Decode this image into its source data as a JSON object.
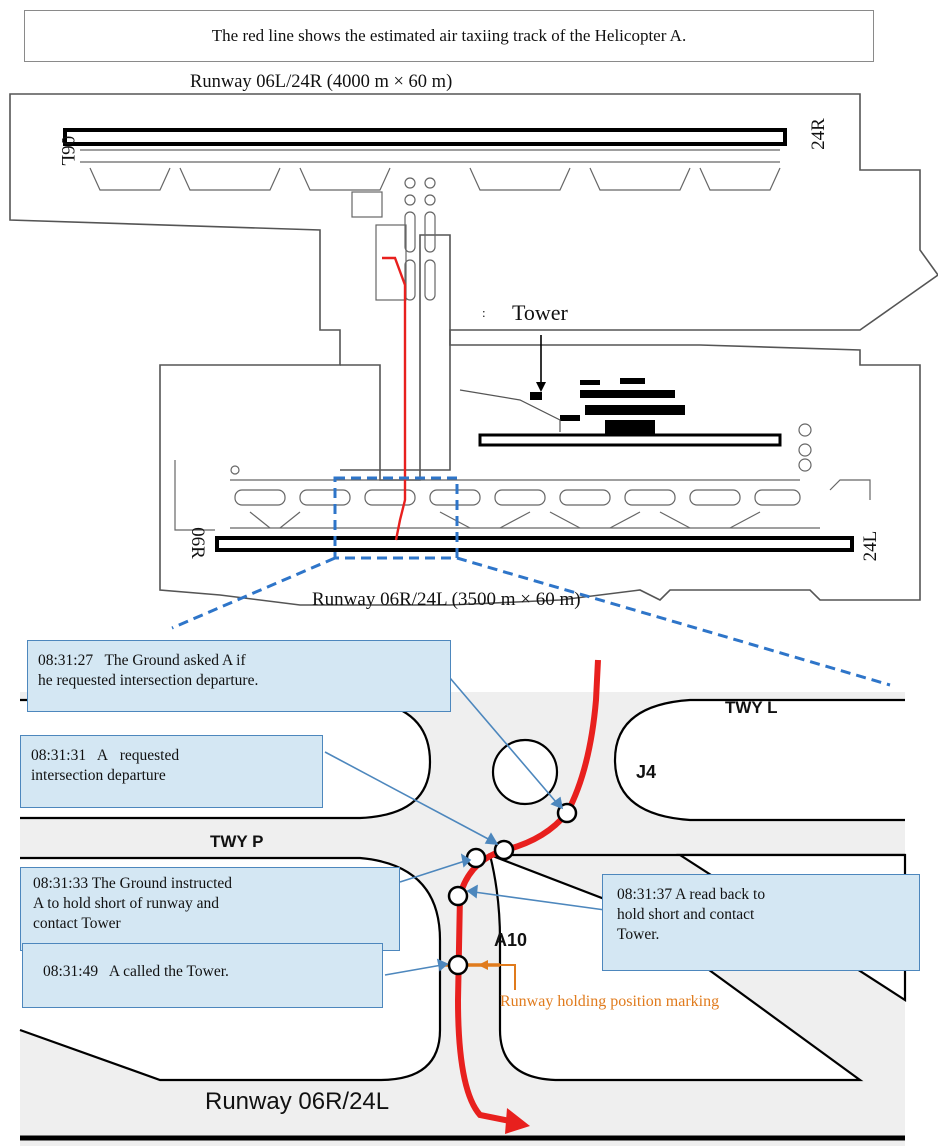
{
  "caption": "The red line shows the estimated air taxiing track of the Helicopter A.",
  "overview": {
    "runway_top_title": "Runway 06L/24R (4000 m × 60 m)",
    "runway_top_left_end": "06L",
    "runway_top_right_end": "24R",
    "tower_label": "Tower",
    "runway_bottom_left_end": "06R",
    "runway_bottom_right_end": "24L",
    "runway_bottom_title": "Runway 06R/24L (3500 m × 60 m)"
  },
  "detail": {
    "taxiway_l": "TWY L",
    "taxiway_p": "TWY P",
    "spot_j4": "J4",
    "spot_a10": "A10",
    "runway_label": "Runway 06R/24L",
    "holding_marking_label": "Runway holding position marking"
  },
  "events": [
    {
      "time": "08:31:27",
      "text_line1": "08:31:27   The Ground asked A if",
      "text_line2": "he requested intersection departure."
    },
    {
      "time": "08:31:31",
      "text_line1": "08:31:31   A   requested",
      "text_line2": "intersection departure"
    },
    {
      "time": "08:31:33",
      "text_line1": "08:31:33 The Ground instructed",
      "text_line2": "A to hold short of runway and",
      "text_line3": "contact Tower"
    },
    {
      "time": "08:31:37",
      "text_line1": "08:31:37 A read back to",
      "text_line2": "hold short and contact",
      "text_line3": "Tower."
    },
    {
      "time": "08:31:49",
      "text_line1": "08:31:49   A called the Tower."
    }
  ],
  "colors": {
    "track": "#e8201e",
    "callout_fill": "#d4e7f3",
    "callout_border": "#4d87bd",
    "detail_frame": "#2e75c9",
    "holding_marking": "#e07b1d",
    "detail_background": "#efefef"
  }
}
